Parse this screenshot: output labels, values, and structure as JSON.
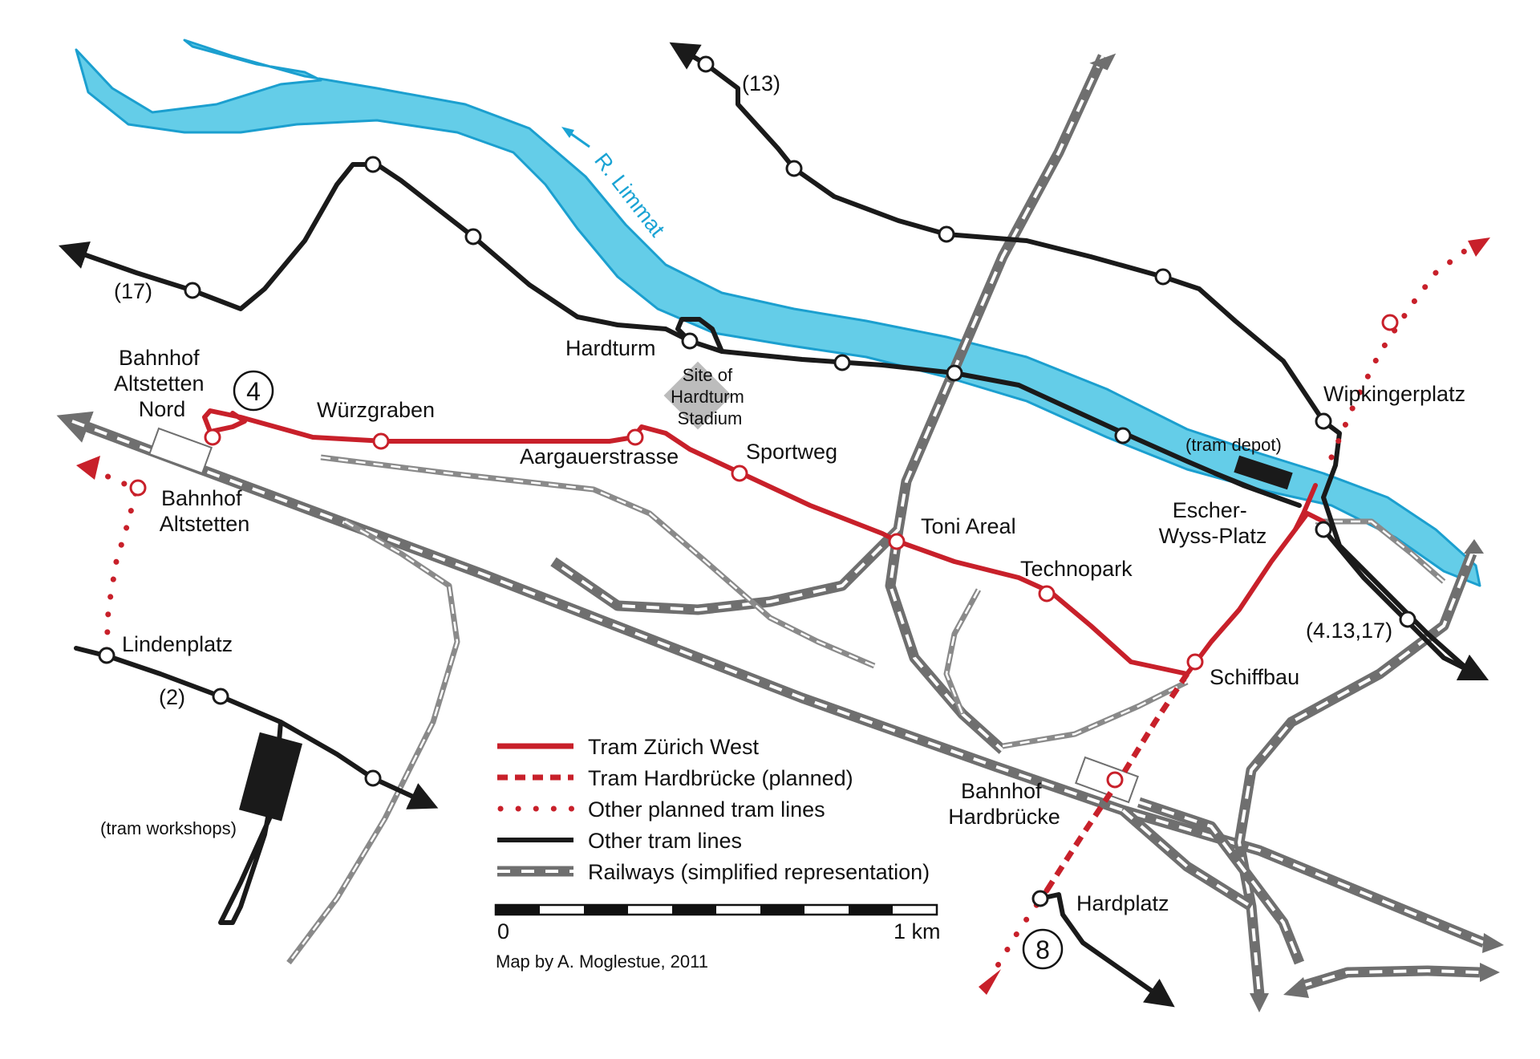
{
  "river": {
    "label": "R. Limmat"
  },
  "stations": {
    "bahnhof_altstetten_nord": [
      "Bahnhof",
      "Altstetten",
      "Nord"
    ],
    "bahnhof_altstetten": [
      "Bahnhof",
      "Altstetten"
    ],
    "bahnhof_hardbruecke": [
      "Bahnhof",
      "Hardbrücke"
    ],
    "site_stadium": [
      "Site of",
      "Hardturm",
      "Stadium"
    ]
  },
  "stops": {
    "wuerzgraben": "Würzgraben",
    "aargauerstrasse": "Aargauerstrasse",
    "sportweg": "Sportweg",
    "toni_areal": "Toni Areal",
    "technopark": "Technopark",
    "schiffbau": "Schiffbau",
    "escher_wyss": [
      "Escher-",
      "Wyss-Platz"
    ],
    "wipkingerplatz": "Wipkingerplatz",
    "hardturm": "Hardturm",
    "lindenplatz": "Lindenplatz",
    "hardplatz": "Hardplatz"
  },
  "line_labels": {
    "line_13": "(13)",
    "line_17": "(17)",
    "line_2": "(2)",
    "line_4_13_17": "(4.13,17)",
    "tram_depot": "(tram depot)",
    "tram_workshops": "(tram workshops)"
  },
  "route_badges": {
    "route_4": "4",
    "route_8": "8"
  },
  "legend": [
    {
      "key": "tram_zurich_west",
      "label": "Tram Zürich West",
      "color": "#c8202a"
    },
    {
      "key": "tram_hardbruecke",
      "label": "Tram Hardbrücke (planned)",
      "color": "#c8202a"
    },
    {
      "key": "other_planned",
      "label": "Other planned tram lines",
      "color": "#c8202a"
    },
    {
      "key": "other_tram",
      "label": "Other tram lines",
      "color": "#1a1a1a"
    },
    {
      "key": "railways",
      "label": "Railways (simplified representation)",
      "color": "#6f6f6f"
    }
  ],
  "scale": {
    "start_label": "0",
    "end_label": "1 km"
  },
  "credit": "Map by A. Moglestue, 2011",
  "colors": {
    "tram_red": "#c8202a",
    "tram_black": "#1a1a1a",
    "river_fill": "#64cde8",
    "river_text": "#1aa3d4",
    "railway_gray": "#6f6f6f",
    "stadium_gray": "#bcbcbc"
  }
}
